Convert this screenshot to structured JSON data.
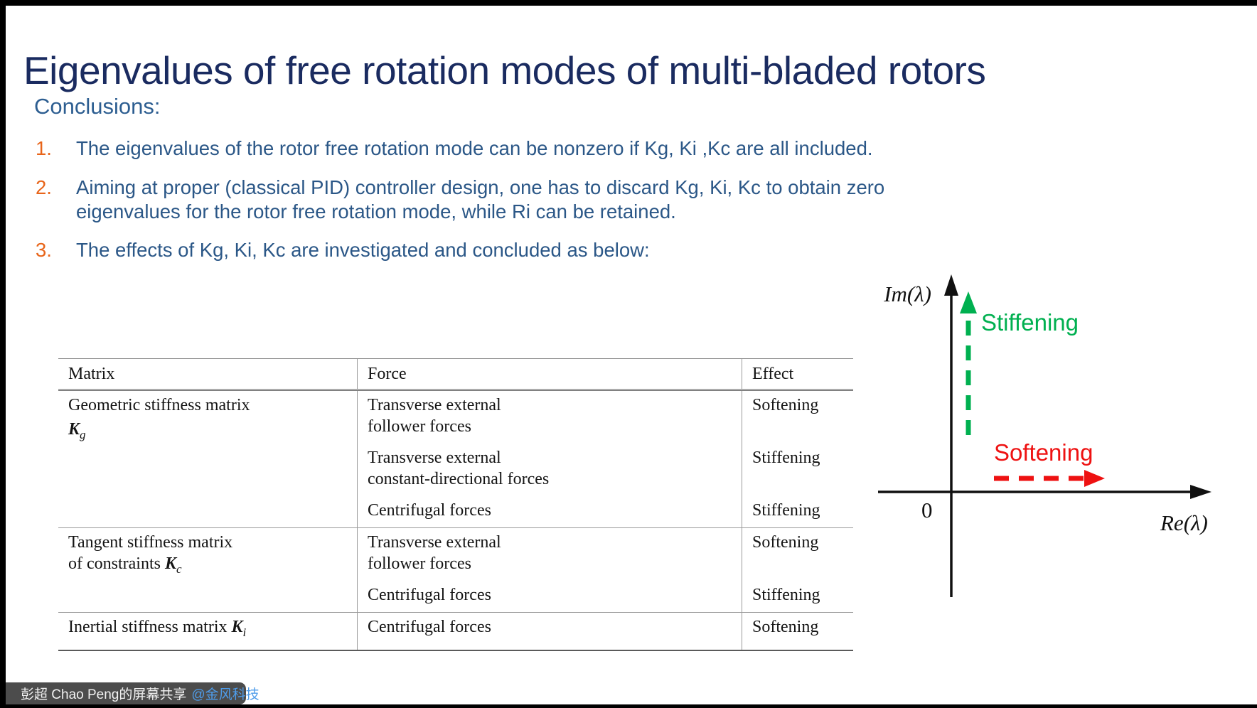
{
  "slide": {
    "title": "Eigenvalues of free rotation modes of multi-bladed rotors",
    "conclusions_label": "Conclusions:",
    "bullets": [
      {
        "num": "1.",
        "text": "The eigenvalues of the rotor free rotation mode can be nonzero if Kg, Ki ,Kc are all included."
      },
      {
        "num": "2.",
        "text": "Aiming at proper (classical PID) controller design, one has to discard Kg, Ki, Kc to obtain zero eigenvalues for the rotor free rotation mode, while Ri can be retained."
      },
      {
        "num": "3.",
        "text": "The effects of Kg, Ki, Kc are investigated and concluded as below:"
      }
    ]
  },
  "table": {
    "headers": {
      "matrix": "Matrix",
      "force": "Force",
      "effect": "Effect"
    },
    "groups": [
      {
        "matrix": {
          "line1": "Geometric stiffness matrix",
          "line2_prefix": "",
          "symbol": "K",
          "sub": "g"
        },
        "rows": [
          {
            "force1": "Transverse external",
            "force2": "follower forces",
            "effect": "Softening"
          },
          {
            "force1": "Transverse external",
            "force2": "constant-directional forces",
            "effect": "Stiffening"
          },
          {
            "force1": "Centrifugal forces",
            "force2": "",
            "effect": "Stiffening"
          }
        ]
      },
      {
        "matrix": {
          "line1": "Tangent stiffness matrix",
          "line2_prefix": "of constraints ",
          "symbol": "K",
          "sub": "c"
        },
        "rows": [
          {
            "force1": "Transverse external",
            "force2": "follower forces",
            "effect": "Softening"
          },
          {
            "force1": "Centrifugal forces",
            "force2": "",
            "effect": "Stiffening"
          }
        ]
      },
      {
        "matrix": {
          "line1": "Inertial stiffness matrix ",
          "line2_prefix": "",
          "symbol": "K",
          "sub": "i"
        },
        "rows": [
          {
            "force1": "Centrifugal forces",
            "force2": "",
            "effect": "Softening"
          }
        ]
      }
    ]
  },
  "diagram": {
    "im_label": "Im(λ)",
    "re_label": "Re(λ)",
    "origin_label": "0",
    "stiffening_label": "Stiffening",
    "softening_label": "Softening",
    "stiffening_color": "#00B050",
    "softening_color": "#EE1111",
    "axis_color": "#111111"
  },
  "status_bar": {
    "share_text": "彭超 Chao Peng的屏幕共享",
    "mention_text": "@金风科技",
    "mention_color": "#4E9CEA"
  }
}
